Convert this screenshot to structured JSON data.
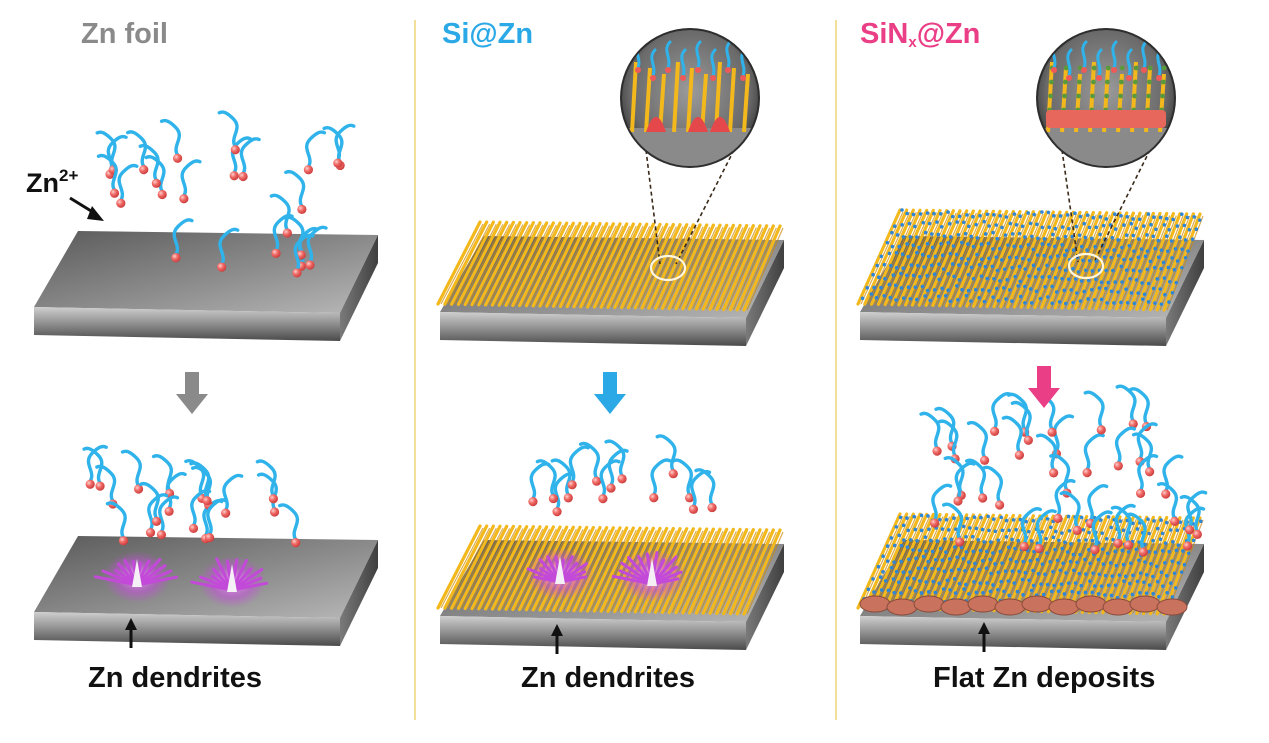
{
  "panels": [
    {
      "title": "Zn foil",
      "caption": "Zn dendrites",
      "color": "#8a8a8a"
    },
    {
      "title": "Si@Zn",
      "caption": "Zn dendrites",
      "color": "#2aa9e6"
    },
    {
      "title_main": "SiN",
      "title_sub": "x",
      "title_tail": "@Zn",
      "caption": "Flat Zn deposits",
      "color": "#ea3f86"
    }
  ],
  "ion_label": {
    "base": "Zn",
    "sup": "2+"
  },
  "colors": {
    "ion_tail": "#2fb3ea",
    "ion_head": "#ef5a58",
    "zn_plate": "#6f6f6f",
    "si_layer": "#f2b81c",
    "sin_dots": "#2f86d6",
    "dendrite": "#c34ad8",
    "flat_deposit": "#c9735f",
    "divider": "#f3df9a"
  },
  "icons": [
    "down-arrow-icon",
    "pointer-arrow-icon",
    "zoom-inset-icon"
  ]
}
